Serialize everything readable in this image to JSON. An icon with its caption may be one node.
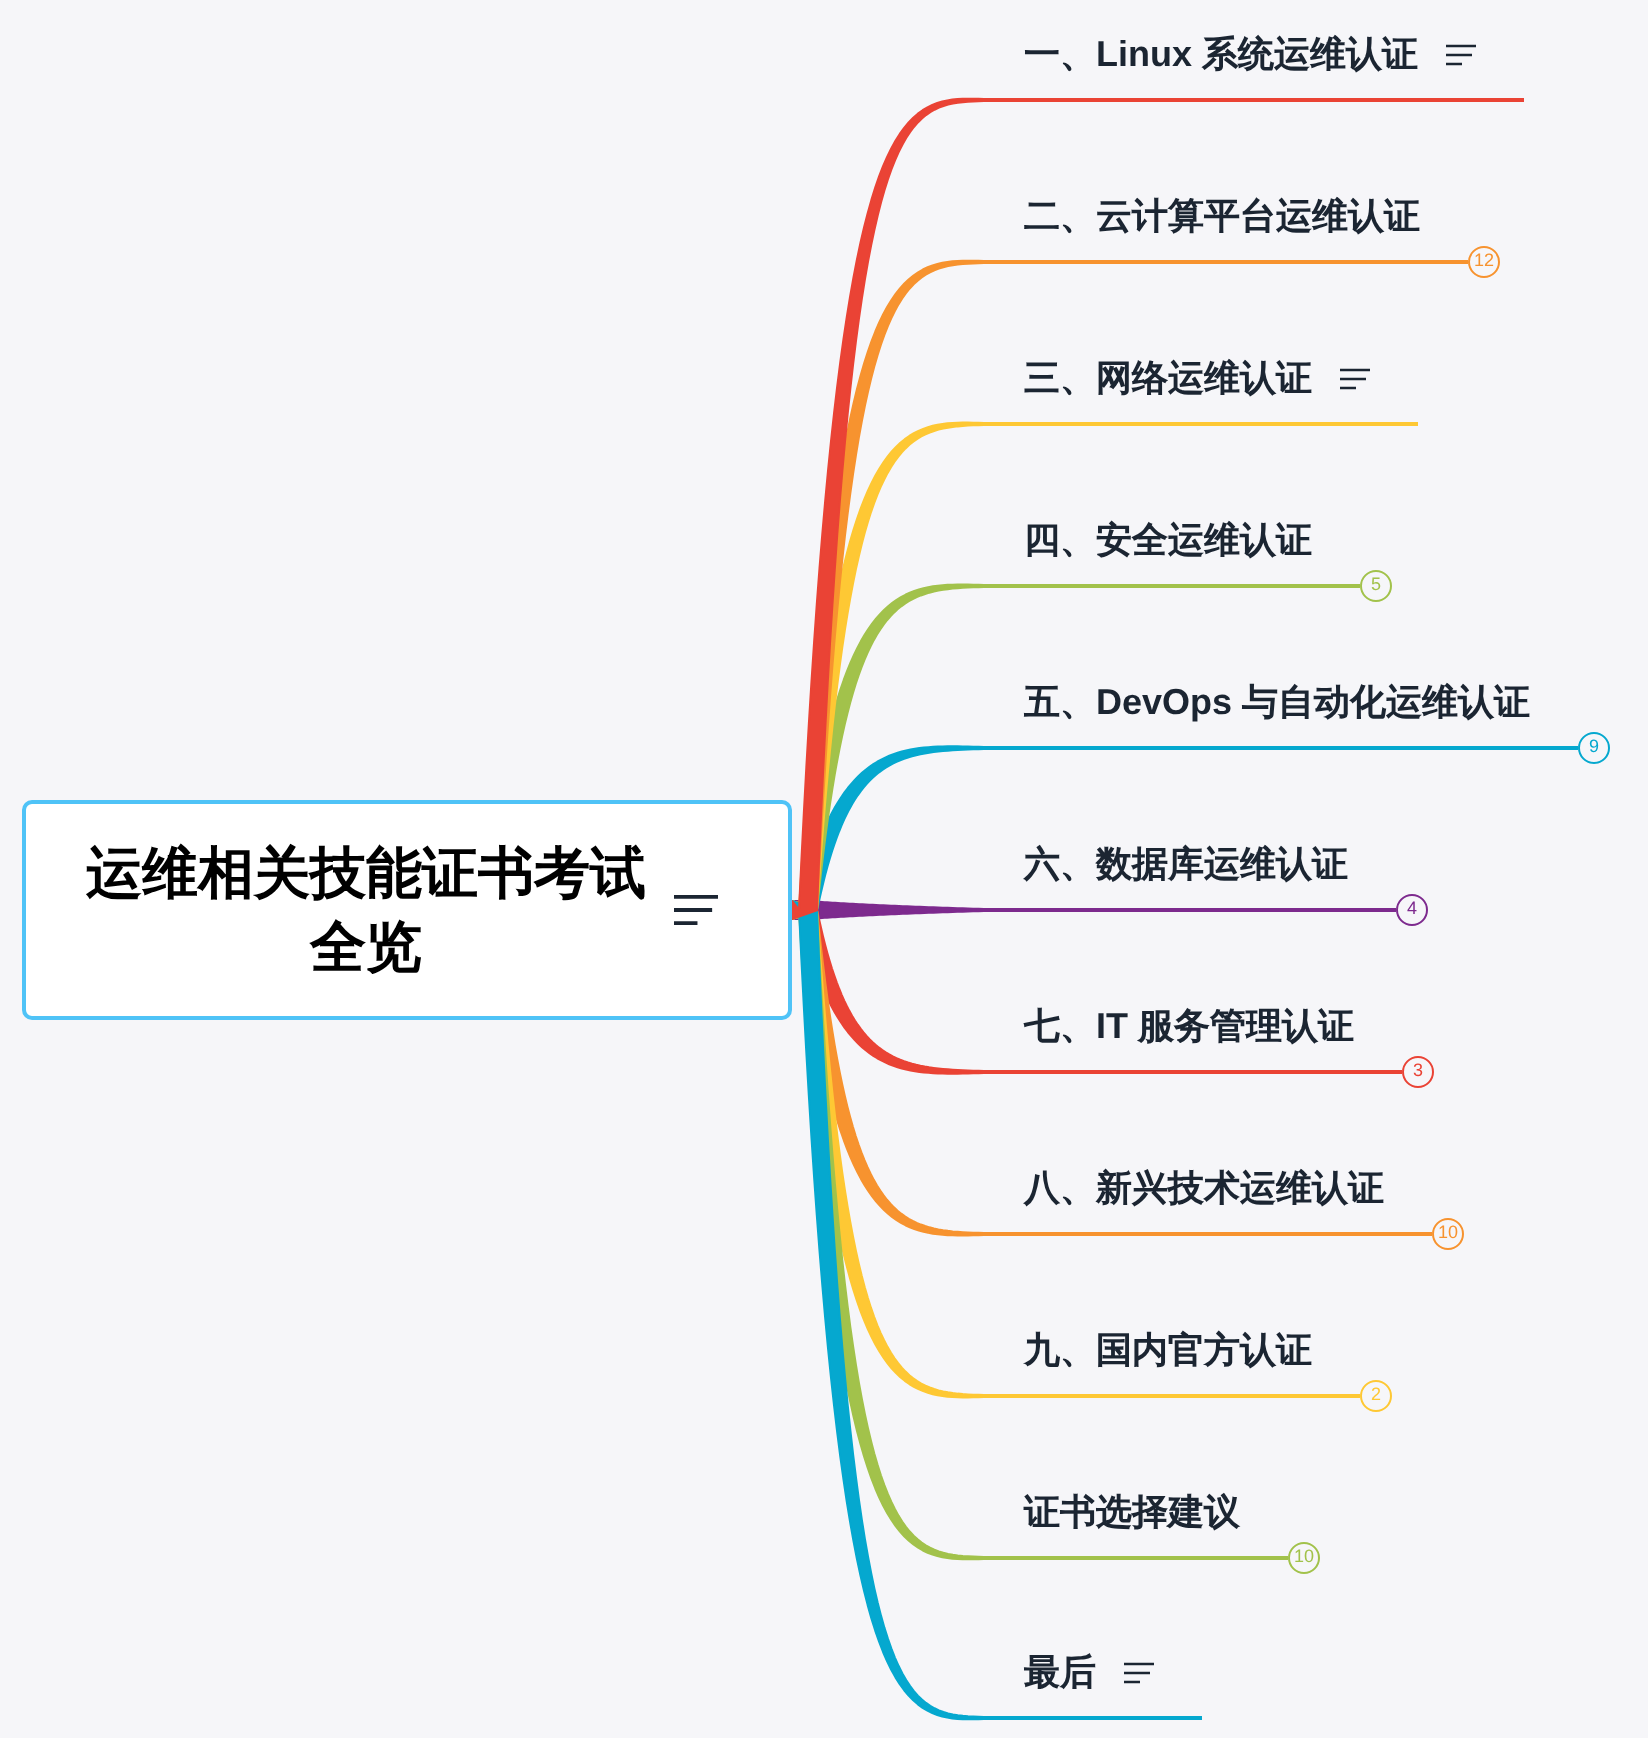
{
  "diagram": {
    "nodes": [
      {
        "text": [
          "运维相关技能证书考试全览"
        ]
      },
      {
        "text": [
          "一、Linux 系统运维认证"
        ]
      },
      {
        "text": [
          "二、云计算平台运维认证"
        ],
        "beside": [
          "12"
        ]
      },
      {
        "text": [
          "三、网络运维认证"
        ]
      },
      {
        "text": [
          "四、安全运维认证"
        ],
        "beside": [
          "5"
        ]
      },
      {
        "text": [
          "五、DevOps 与自动化运维认证"
        ],
        "beside": [
          "9"
        ]
      },
      {
        "text": [
          "六、数据库运维认证"
        ],
        "beside": [
          "4"
        ]
      },
      {
        "text": [
          "七、IT 服务管理认证"
        ],
        "beside": [
          "3"
        ]
      },
      {
        "text": [
          "八、新兴技术运维认证"
        ],
        "beside": [
          "10"
        ]
      },
      {
        "text": [
          "九、国内官方认证"
        ],
        "beside": [
          "2"
        ]
      },
      {
        "text": [
          "证书选择建议"
        ],
        "beside": [
          "10"
        ]
      },
      {
        "text": [
          "最后"
        ]
      }
    ],
    "edges": [
      {
        "from": 0,
        "to": 1,
        "arrow": "none",
        "color": "#ea4335"
      },
      {
        "from": 0,
        "to": 2,
        "arrow": "none",
        "color": "#f7932f"
      },
      {
        "from": 0,
        "to": 3,
        "arrow": "none",
        "color": "#fec834"
      },
      {
        "from": 0,
        "to": 4,
        "arrow": "none",
        "color": "#a2c24b"
      },
      {
        "from": 0,
        "to": 5,
        "arrow": "none",
        "color": "#05a8cf"
      },
      {
        "from": 0,
        "to": 6,
        "arrow": "none",
        "color": "#7d2a8e"
      },
      {
        "from": 0,
        "to": 7,
        "arrow": "none",
        "color": "#ea4335"
      },
      {
        "from": 0,
        "to": 8,
        "arrow": "none",
        "color": "#f7932f"
      },
      {
        "from": 0,
        "to": 9,
        "arrow": "none",
        "color": "#fec834"
      },
      {
        "from": 0,
        "to": 10,
        "arrow": "none",
        "color": "#a2c24b"
      },
      {
        "from": 0,
        "to": 11,
        "arrow": "none",
        "color": "#05a8cf"
      }
    ]
  }
}
